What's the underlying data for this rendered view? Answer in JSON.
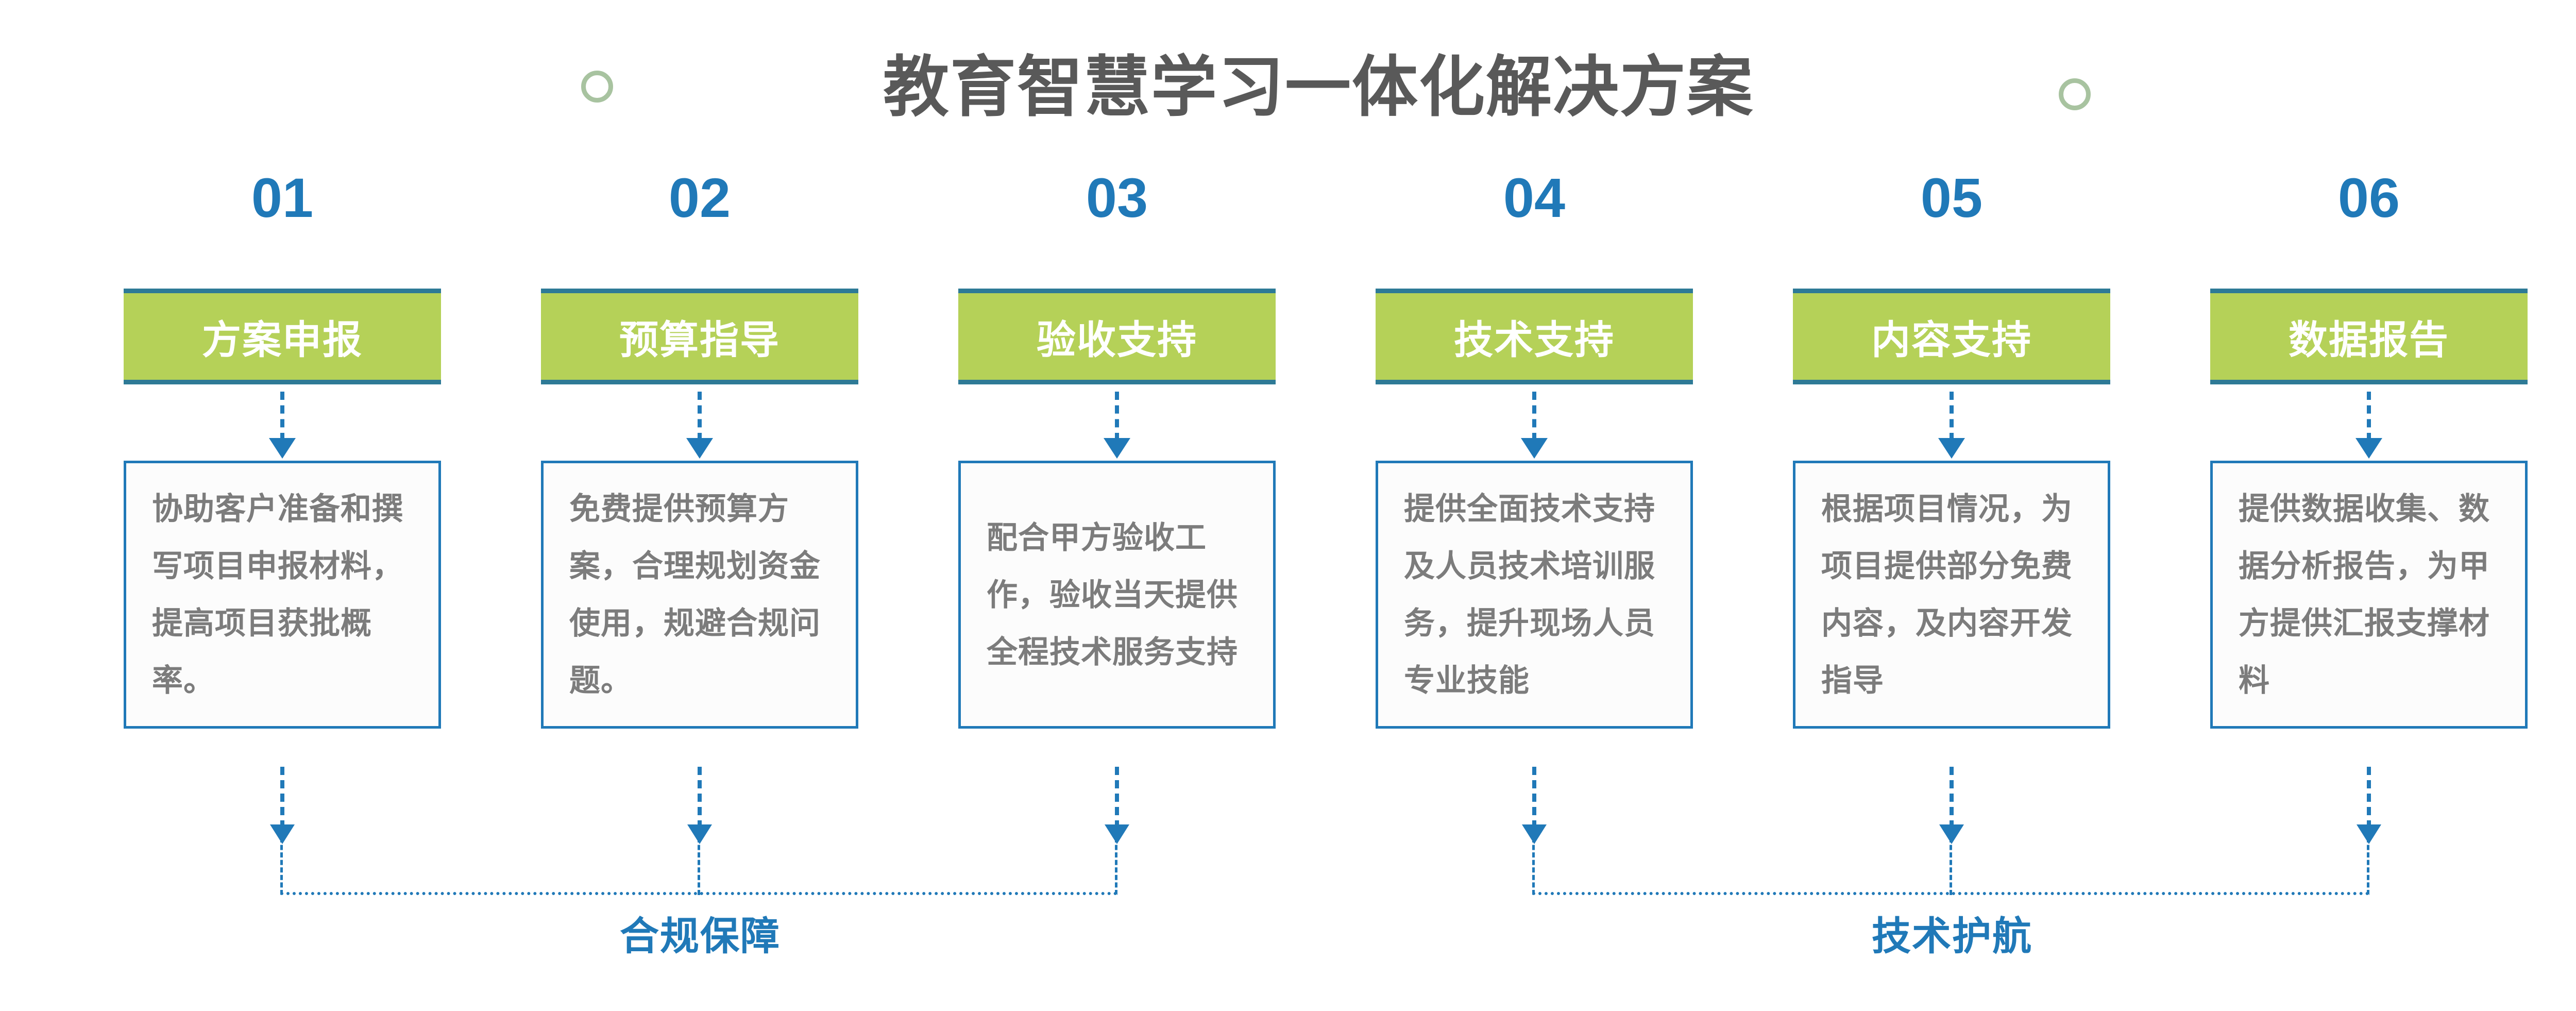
{
  "header": {
    "title": "教育智慧学习一体化解决方案",
    "decor_circle_color": "#a8c3a0",
    "title_color": "#595959"
  },
  "theme": {
    "green": "#b5d158",
    "teal_border": "#2e7a96",
    "blue": "#2079b8",
    "body_text_gray": "#7c7c7c",
    "background": "#ffffff"
  },
  "steps": [
    {
      "number": "01",
      "title": "方案申报",
      "description": "协助客户准备和撰写项目申报材料，提高项目获批概率。"
    },
    {
      "number": "02",
      "title": "预算指导",
      "description": "免费提供预算方案，合理规划资金使用，规避合规问题。"
    },
    {
      "number": "03",
      "title": "验收支持",
      "description": "配合甲方验收工作，验收当天提供全程技术服务支持"
    },
    {
      "number": "04",
      "title": "技术支持",
      "description": "提供全面技术支持及人员技术培训服务，提升现场人员专业技能"
    },
    {
      "number": "05",
      "title": "内容支持",
      "description": "根据项目情况，为项目提供部分免费内容，及内容开发指导"
    },
    {
      "number": "06",
      "title": "数据报告",
      "description": "提供数据收集、数据分析报告，为甲方提供汇报支撑材料"
    }
  ],
  "groups": [
    {
      "label": "合规保障"
    },
    {
      "label": "技术护航"
    }
  ]
}
